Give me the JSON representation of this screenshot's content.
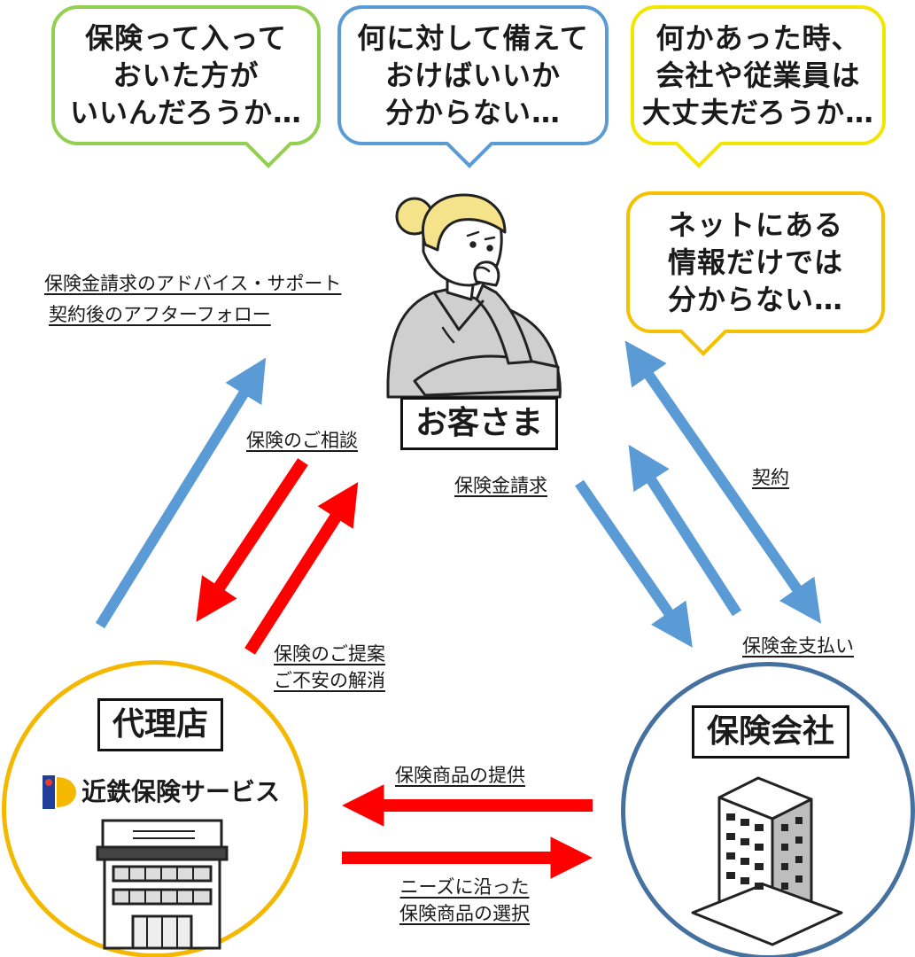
{
  "bubbles": {
    "b1": [
      "保険って入って",
      "おいた方が",
      "いいんだろうか…"
    ],
    "b2": [
      "何に対して備えて",
      "おけばいいか",
      "分からない…"
    ],
    "b3": [
      "何かあった時、",
      "会社や従業員は",
      "大丈夫だろうか…"
    ],
    "b4": [
      "ネットにある",
      "情報だけでは",
      "分からない…"
    ]
  },
  "labels": {
    "advice": "保険金請求のアドバイス・サポート",
    "followup": "契約後のアフターフォロー",
    "consult": "保険のご相談",
    "claim": "保険金請求",
    "contract": "契約",
    "proposal": [
      "保険のご提案",
      "ご不安の解消"
    ],
    "payment": "保険金支払い",
    "provide": "保険商品の提供",
    "select": [
      "ニーズに沿った",
      "保険商品の選択"
    ]
  },
  "nodes": {
    "customer": "お客さま",
    "agency": "代理店",
    "insurer": "保険会社",
    "brand": "近鉄保険サービス"
  },
  "colors": {
    "green": "#92d050",
    "blue": "#5b9bd5",
    "yellow": "#f2e600",
    "orange": "#f5c000",
    "red": "#ff0000",
    "arrow_blue": "#5b9bd5",
    "agency_ring": "#f5b800",
    "insurer_ring": "#44719f"
  },
  "icons": [
    "woman-thinking-illustration",
    "office-building-icon",
    "tower-building-icon",
    "ki-logo-icon"
  ]
}
